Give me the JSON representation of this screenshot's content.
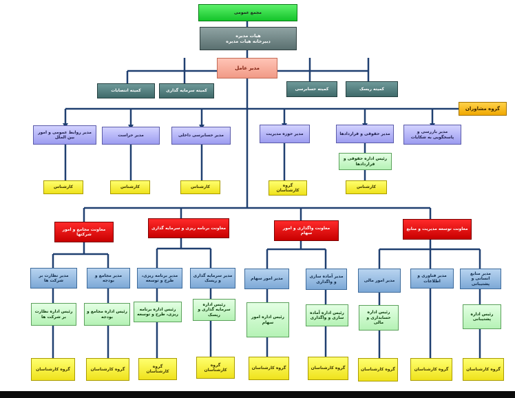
{
  "general_assembly": "مجمع عمومی",
  "board": {
    "line1": "هیات مدیره",
    "line2": "دبیرخانه هیات مدیره"
  },
  "ceo": "مدیر عامل",
  "committees": [
    "کمیته انتصابات",
    "کمیته سرمایه گذاری",
    "کمیته حسابرسی",
    "کمیته ریسک"
  ],
  "advisors": "گروه مشاوران",
  "directors": {
    "public_relations": "مدیر روابط عمومی و امور بین الملل",
    "security": "مدیر حراست",
    "internal_audit": "مدیر حسابرسی داخلی",
    "management_office": "مدیر حوزه مدیریت",
    "legal": "مدیر حقوقی و قراردادها",
    "inspection": "مدیر بازرسی و پاسخگویی به شکایات"
  },
  "legal_head": "رئیس اداره حقوقی و قراردادها",
  "expert": "کارشناس",
  "expert_group": "گروه کارشناسان",
  "deputies": {
    "d1": "معاونت مجامع و امور شرکتها",
    "d2": "معاونت برنامه ریزی و سرمایه گذاری",
    "d3": "معاونت واگذاری و امور سهام",
    "d4": "معاونت توسعه مدیریت و منابع"
  },
  "managers": {
    "m1": "مدیر نظارت بر شرکت ها",
    "m2": "مدیر مجامع و بودجه",
    "m3": "مدیر برنامه ریزی، طرح و توسعه",
    "m4": "مدیر سرمایه گذاری و ریسک",
    "m5": "مدیر امور سهام",
    "m6": "مدیر آماده سازی و واگذاری",
    "m7": "مدیر امور مالی",
    "m8": "مدیر فناوری و اطلاعات",
    "m9": "مدیر منابع انسانی و پشتیبانی"
  },
  "heads": {
    "h1": "رئیس اداره نظارت بر شرکت ها",
    "h2": "رئیس اداره مجامع و بودجه",
    "h3": "رئیس اداره برنامه ریزی، طرح و توسعه",
    "h4": "رئیس اداره سرمایه گذاری و ریسک",
    "h5": "رئیس اداره امور سهام",
    "h6": "رئیس اداره آماده سازی و واگذاری",
    "h7": "رئیس اداره حسابداری و مالی",
    "h9": "رئیس اداره پشتیبانی"
  },
  "colors": {
    "green": "#14c42a",
    "board": "#5a7070",
    "ceo": "#f19a86",
    "teal": "#3f6a6a",
    "purple": "#9c9cf0",
    "mint": "#b5f2b5",
    "yellow": "#efe21c",
    "red": "#c80000",
    "blue": "#7ca8d6",
    "orange": "#f0a800",
    "connector": "#1f3f70"
  }
}
